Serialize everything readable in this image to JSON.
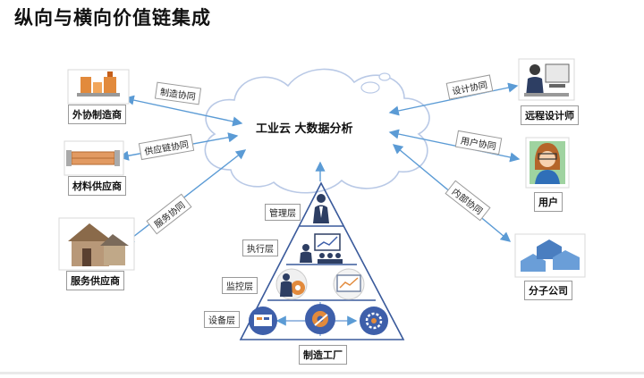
{
  "title": "纵向与横向价值链集成",
  "cloud": {
    "label": "工业云  大数据分析"
  },
  "nodes": {
    "outsource": "外协制造商",
    "material": "材料供应商",
    "service": "服务供应商",
    "designer": "远程设计师",
    "user": "用户",
    "subsidiary": "分子公司",
    "factory": "制造工厂"
  },
  "links": {
    "manufacture": "制造协同",
    "supply_chain": "供应链协同",
    "service": "服务协同",
    "design": "设计协同",
    "user": "用户协同",
    "internal": "内部协同"
  },
  "layers": {
    "management": "管理层",
    "execution": "执行层",
    "monitoring": "监控层",
    "device": "设备层"
  },
  "colors": {
    "line": "#5b9bd5",
    "pyramid": "#3a5a9b",
    "cloud_border": "#b9c9e6",
    "icon_blue": "#3e5faa",
    "orange": "#e28a3c"
  },
  "icons": {
    "outsource": "factory-machine-icon",
    "material": "pipe-stock-icon",
    "service": "house-service-icon",
    "designer": "designer-workstation-icon",
    "user": "user-avatar-icon",
    "subsidiary": "buildings-icon",
    "management": "manager-icon",
    "execution": "team-chart-icon",
    "monitoring_left": "engineer-gear-icon",
    "monitoring_right": "monitor-chart-icon",
    "device_left": "device-panel-icon",
    "device_center": "gear-tool-icon",
    "device_right": "gear-cog-icon"
  }
}
